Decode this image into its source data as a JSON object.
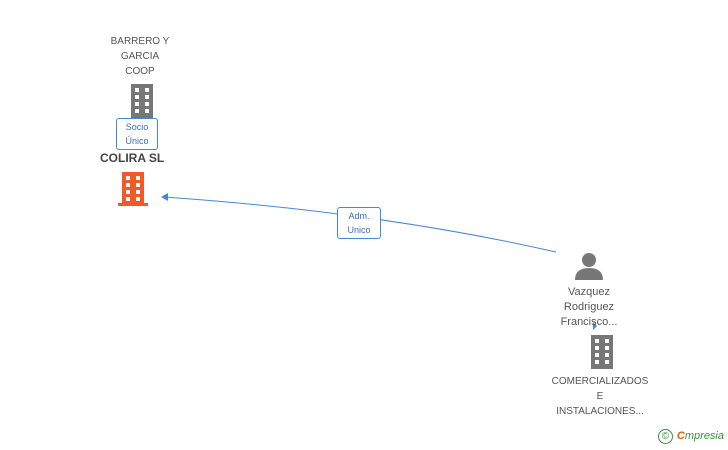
{
  "nodes": {
    "barrero": {
      "label_lines": [
        "BARRERO Y",
        "GARCIA",
        "COOP"
      ],
      "icon": "building-icon",
      "color": "#777777"
    },
    "colira": {
      "label": "COLIRA SL",
      "icon": "building-icon",
      "color": "#f05a28"
    },
    "vazquez": {
      "label_lines": [
        "Vazquez",
        "Rodriguez",
        "Francisco..."
      ],
      "icon": "person-icon",
      "color": "#777777"
    },
    "comercializados": {
      "label_lines": [
        "COMERCIALIZADOS",
        "E",
        "INSTALACIONES..."
      ],
      "icon": "building-icon",
      "color": "#777777"
    }
  },
  "edges": {
    "socio_unico": {
      "label_lines": [
        "Socio",
        "Único"
      ]
    },
    "adm_unico": {
      "label_lines": [
        "Adm.",
        "Unico"
      ],
      "color": "#4a86d6"
    }
  },
  "brand": {
    "copyright_symbol": "©",
    "first_letter": "C",
    "rest": "mpresia"
  }
}
